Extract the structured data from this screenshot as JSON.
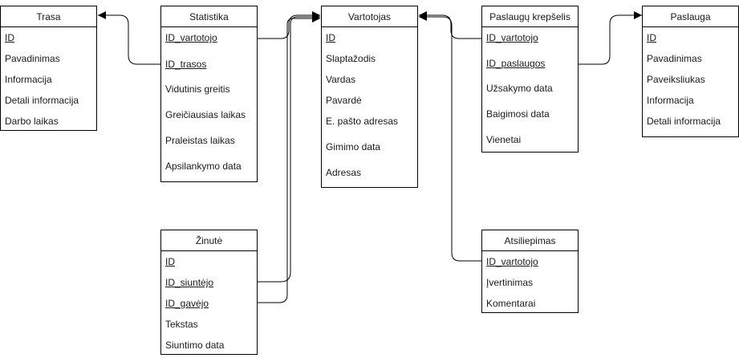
{
  "entities": {
    "trasa": {
      "title": "Trasa",
      "fields": [
        {
          "name": "ID",
          "key": true
        },
        {
          "name": "Pavadinimas",
          "key": false
        },
        {
          "name": "Informacija",
          "key": false
        },
        {
          "name": "Detali informacija",
          "key": false
        },
        {
          "name": "Darbo laikas",
          "key": false
        }
      ]
    },
    "statistika": {
      "title": "Statistika",
      "fields": [
        {
          "name": "ID_vartotojo",
          "key": true
        },
        {
          "name": "ID_trasos",
          "key": true
        },
        {
          "name": "Vidutinis greitis",
          "key": false
        },
        {
          "name": "Greičiausias laikas",
          "key": false
        },
        {
          "name": "Praleistas laikas",
          "key": false
        },
        {
          "name": "Apsilankymo data",
          "key": false
        }
      ]
    },
    "vartotojas": {
      "title": "Vartotojas",
      "fields": [
        {
          "name": "ID",
          "key": true
        },
        {
          "name": "Slaptažodis",
          "key": false
        },
        {
          "name": "Vardas",
          "key": false
        },
        {
          "name": "Pavardė",
          "key": false
        },
        {
          "name": "E. pašto adresas",
          "key": false
        },
        {
          "name": "Gimimo data",
          "key": false
        },
        {
          "name": "Adresas",
          "key": false
        }
      ]
    },
    "krepselis": {
      "title": "Paslaugų krepšelis",
      "fields": [
        {
          "name": "ID_vartotojo",
          "key": true
        },
        {
          "name": "ID_paslaugos",
          "key": true
        },
        {
          "name": "Užsakymo data",
          "key": false
        },
        {
          "name": "Baigimosi data",
          "key": false
        },
        {
          "name": "Vienetai",
          "key": false
        }
      ]
    },
    "paslauga": {
      "title": "Paslauga",
      "fields": [
        {
          "name": "ID",
          "key": true
        },
        {
          "name": "Pavadinimas",
          "key": false
        },
        {
          "name": "Paveiksliukas",
          "key": false
        },
        {
          "name": "Informacija",
          "key": false
        },
        {
          "name": "Detali informacija",
          "key": false
        }
      ]
    },
    "zinute": {
      "title": "Žinutė",
      "fields": [
        {
          "name": "ID",
          "key": true
        },
        {
          "name": "ID_siuntėjo",
          "key": true
        },
        {
          "name": "ID_gavėjo",
          "key": true
        },
        {
          "name": "Tekstas",
          "key": false
        },
        {
          "name": "Siuntimo data",
          "key": false
        }
      ]
    },
    "atsiliepimas": {
      "title": "Atsiliepimas",
      "fields": [
        {
          "name": "ID_vartotojo",
          "key": true
        },
        {
          "name": "Įvertinimas",
          "key": false
        },
        {
          "name": "Komentarai",
          "key": false
        }
      ]
    }
  },
  "relations": [
    {
      "from": "statistika.ID_trasos",
      "to": "trasa"
    },
    {
      "from": "statistika.ID_vartotojo",
      "to": "vartotojas"
    },
    {
      "from": "zinute.ID_siuntėjo",
      "to": "vartotojas"
    },
    {
      "from": "zinute.ID_gavėjo",
      "to": "vartotojas"
    },
    {
      "from": "krepselis.ID_vartotojo",
      "to": "vartotojas"
    },
    {
      "from": "krepselis.ID_paslaugos",
      "to": "paslauga"
    },
    {
      "from": "atsiliepimas.ID_vartotojo",
      "to": "vartotojas"
    }
  ],
  "colors": {
    "line": "#000000",
    "text": "#1a1a1a",
    "border": "#000000",
    "background": "#ffffff"
  }
}
